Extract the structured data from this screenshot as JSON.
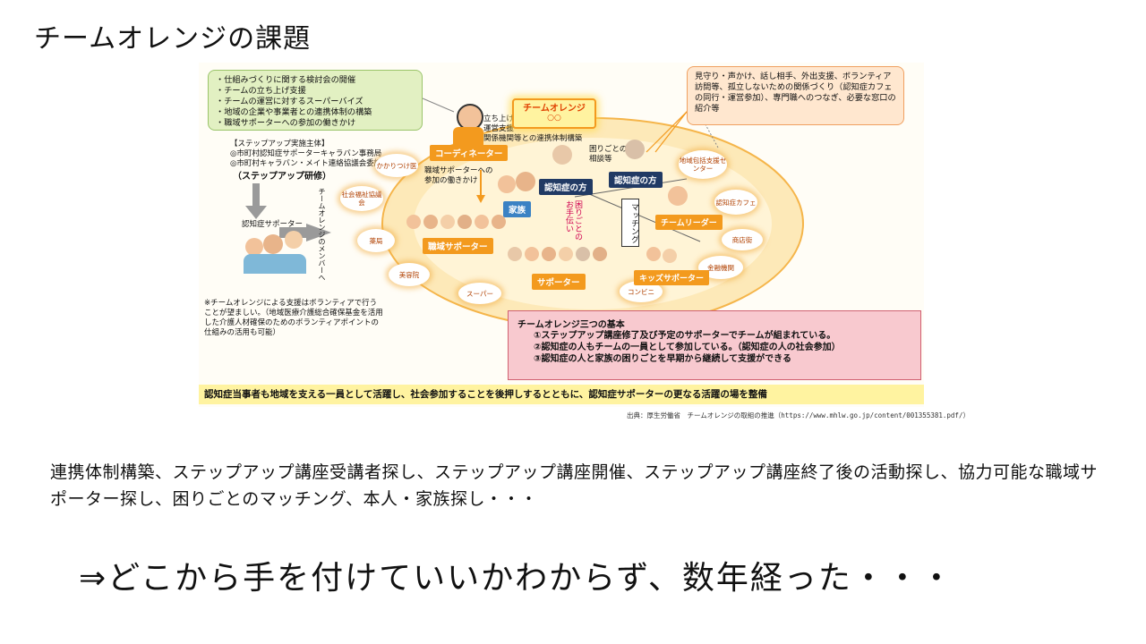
{
  "slide": {
    "title": "チームオレンジの課題",
    "body": "連携体制構築、ステップアップ講座受講者探し、ステップアップ講座開催、ステップアップ講座終了後の活動探し、協力可能な職域サポーター探し、困りごとのマッチング、本人・家族探し・・・",
    "conclusion": "⇒どこから手を付けていいかわからず、数年経った・・・",
    "source": "出典：厚生労働省　チームオレンジの取組の推進（https://www.mhlw.go.jp/content/001355381.pdf/）"
  },
  "diagram": {
    "coordinator_tasks": [
      "仕組みづくりに関する検討会の開催",
      "チームの立ち上げ支援",
      "チームの運営に対するスーパーバイズ",
      "地域の企業や事業者との連携体制の構築",
      "職域サポーターへの参加の働きかけ"
    ],
    "support_tasks": "見守り・声かけ、話し相手、外出支援、ボランティア訪問等、孤立しないための関係づくり（認知症カフェの同行・運営参加）、専門職へのつなぎ、必要な窓口の紹介等",
    "stepup_org_title": "【ステップアップ実施主体】",
    "stepup_org_lines": [
      "◎市町村認知症サポーターキャラバン事務局",
      "◎市町村キャラバン・メイト連絡協議会委託可"
    ],
    "stepup_training": "（ステップアップ研修）",
    "dementia_supporter": "認知症サポーター",
    "to_member": "チームオレンジのメンバーへ",
    "coordinator_notes": [
      "立ち上げや",
      "運営支援",
      "関係機関等との連携体制構築"
    ],
    "coordinator": "コーディネーター",
    "team_orange": "チームオレンジ",
    "team_orange_sub": "○○",
    "consult": [
      "困りごとの",
      "相談等"
    ],
    "person_with_dementia": "認知症の方",
    "family": "家族",
    "workplace_outreach": [
      "職域サポーターへの",
      "参加の働きかけ"
    ],
    "help": "困りごとのお手伝い",
    "matching": "マッチング",
    "team_leader": "チームリーダー",
    "workplace_supporter": "職域サポーター",
    "supporter": "サポーター",
    "kids_supporter": "キッズサポーター",
    "places": [
      "かかりつけ医",
      "社会福祉協議会",
      "薬局",
      "美容院",
      "スーパー",
      "コンビニ",
      "金融機関",
      "商店街",
      "認知症カフェ",
      "地域包括支援センター"
    ],
    "volunteer_note": "※チームオレンジによる支援はボランティアで行うことが望ましい。（地域医療介護総合確保基金を活用した介護人材確保のためのボランティアポイントの仕組みの活用も可能）",
    "basics_title": "チームオレンジ三つの基本",
    "basics": [
      "①ステップアップ講座修了及び予定のサポーターでチームが組まれている。",
      "②認知症の人もチームの一員として参加している。（認知症の人の社会参加）",
      "③認知症の人と家族の困りごとを早期から継続して支援ができる"
    ],
    "bottom_banner": "認知症当事者も地域を支える一員として活躍し、社会参加することを後押しするとともに、認知症サポーターの更なる活躍の場を整備"
  },
  "colors": {
    "orange": "#f39a1e",
    "navy": "#213a64",
    "green_box": "#e2f0c2",
    "pink_box": "#f8c9cf",
    "yellow_banner": "#fff3a0"
  }
}
